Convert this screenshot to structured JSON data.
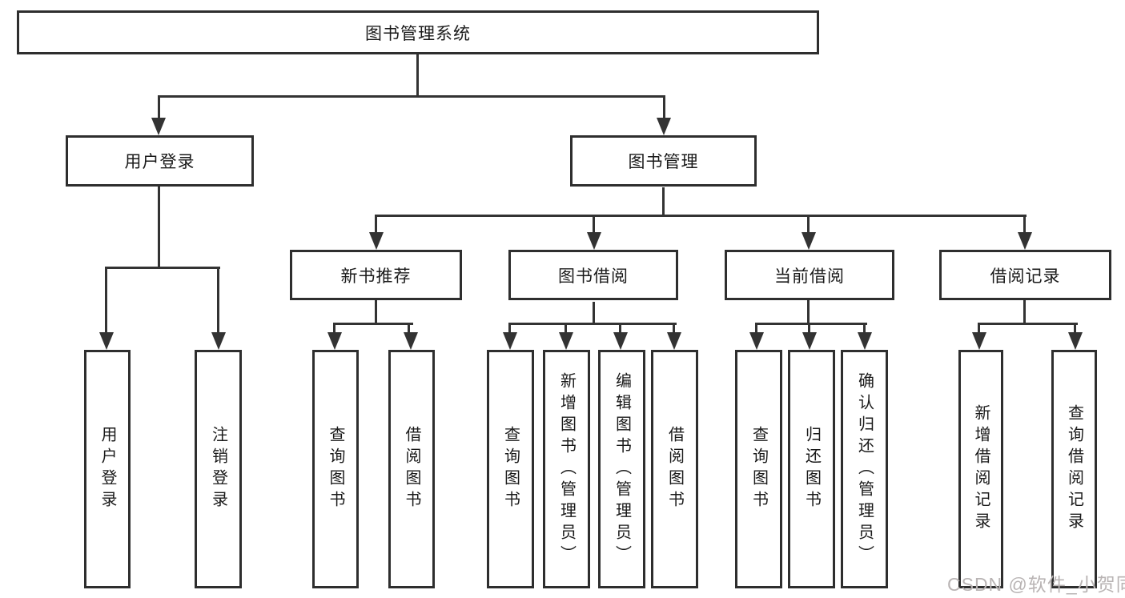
{
  "tree": {
    "root": {
      "label": "图书管理系统"
    },
    "level2": [
      {
        "label": "用户登录"
      },
      {
        "label": "图书管理"
      }
    ],
    "level3": [
      {
        "label": "新书推荐"
      },
      {
        "label": "图书借阅"
      },
      {
        "label": "当前借阅"
      },
      {
        "label": "借阅记录"
      }
    ],
    "level4": {
      "user_login_children": [
        {
          "label": "用户登录"
        },
        {
          "label": "注销登录"
        }
      ],
      "new_book_children": [
        {
          "label": "查询图书"
        },
        {
          "label": "借阅图书"
        }
      ],
      "book_borrow_children": [
        {
          "label": "查询图书"
        },
        {
          "label": "新增图书（管理员）"
        },
        {
          "label": "编辑图书（管理员）"
        },
        {
          "label": "借阅图书"
        }
      ],
      "current_borrow_children": [
        {
          "label": "查询图书"
        },
        {
          "label": "归还图书"
        },
        {
          "label": "确认归还（管理员）"
        }
      ],
      "borrow_record_children": [
        {
          "label": "新增借阅记录"
        },
        {
          "label": "查询借阅记录"
        }
      ]
    },
    "colors": {
      "line": "#333333",
      "box_border": "#2e2e2e",
      "text": "#1a1a1a",
      "background": "#ffffff"
    }
  },
  "watermark": {
    "text": "CSDN @软件_小贺同学",
    "color": "#b9b4b4"
  }
}
